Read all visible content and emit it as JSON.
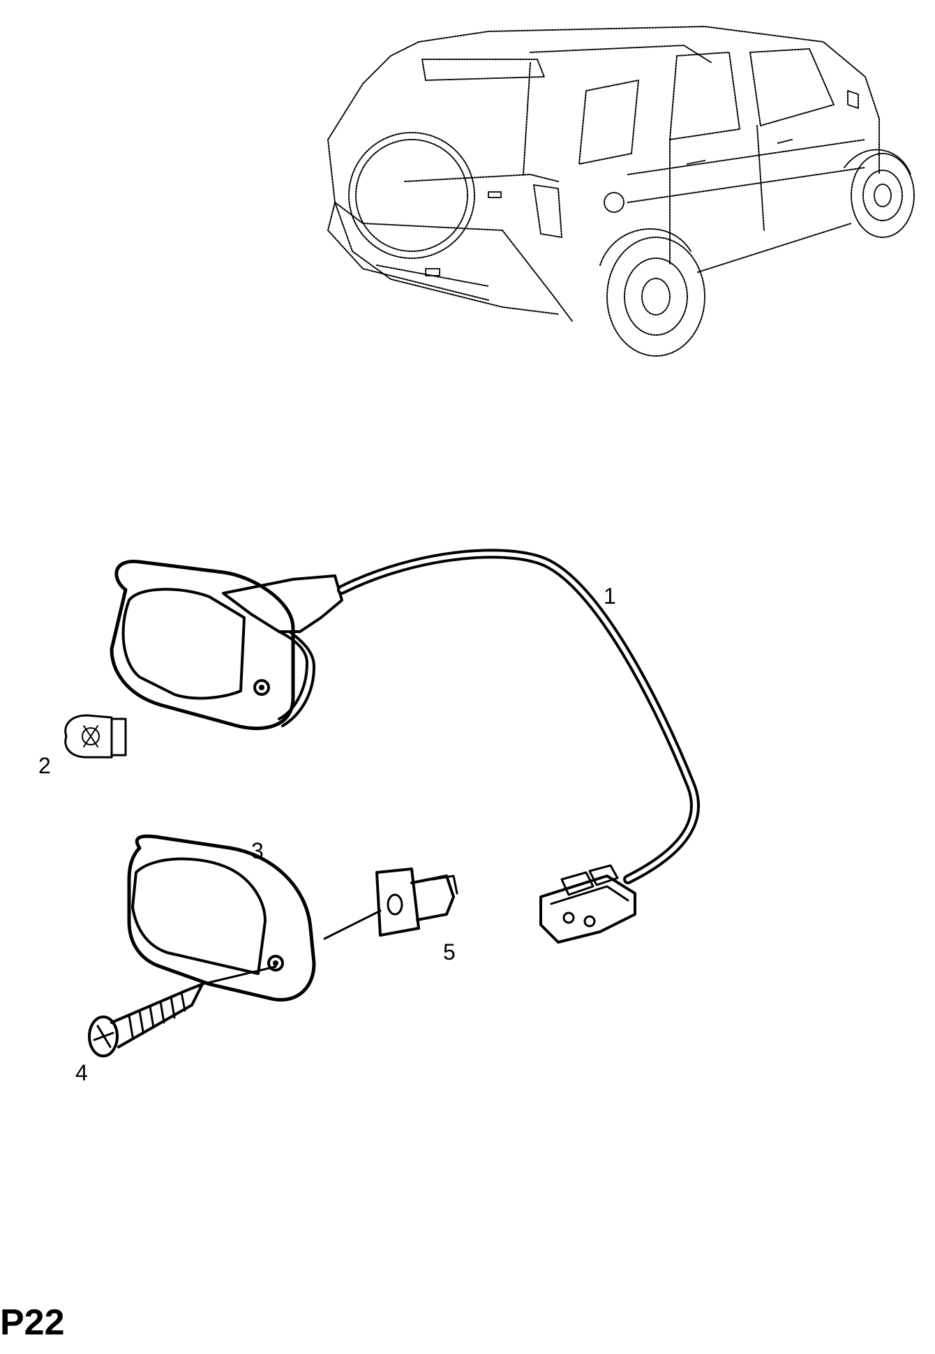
{
  "diagram": {
    "page_code": "P22",
    "parts": [
      {
        "number": "1",
        "name": "license-plate-lamp-with-harness-icon"
      },
      {
        "number": "2",
        "name": "bulb-icon"
      },
      {
        "number": "3",
        "name": "lamp-lens-icon"
      },
      {
        "number": "4",
        "name": "screw-icon"
      },
      {
        "number": "5",
        "name": "clip-nut-icon"
      }
    ],
    "overview": {
      "name": "suv-rear-view-icon"
    }
  }
}
